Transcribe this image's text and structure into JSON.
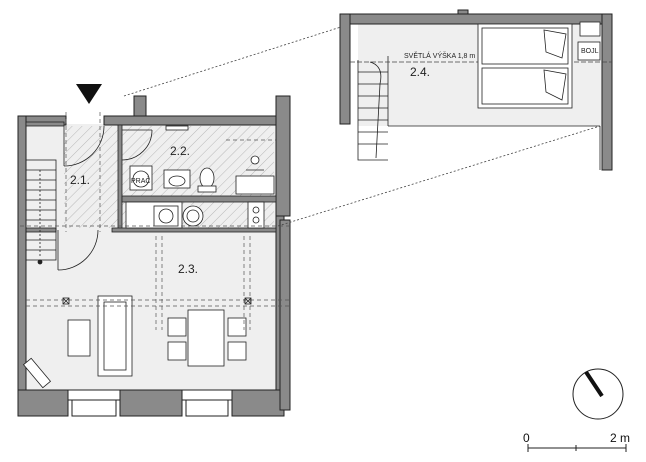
{
  "rooms": [
    {
      "id": "2.1",
      "label": "2.1."
    },
    {
      "id": "2.2",
      "label": "2.2."
    },
    {
      "id": "2.3",
      "label": "2.3."
    },
    {
      "id": "2.4",
      "label": "2.4."
    }
  ],
  "annotations": {
    "ceiling_height": "SVĚTLÁ VÝŠKA 1,8 m",
    "boiler": "BOJL",
    "washer": "PRAČ"
  },
  "scale_bar": {
    "start": "0",
    "end": "2 m"
  },
  "colors": {
    "wall": "#8a8a8a",
    "floor": "#efefef",
    "line": "#222222"
  },
  "icons": [
    "entrance-arrow-icon",
    "north-compass-icon"
  ]
}
